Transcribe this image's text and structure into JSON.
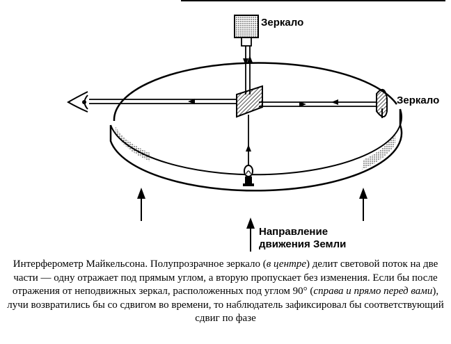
{
  "labels": {
    "mirror_top": "Зеркало",
    "mirror_right": "Зеркало",
    "direction_line1": "Направление",
    "direction_line2": "движения Земли"
  },
  "icons": {
    "observer": "eye-icon",
    "light_source": "lamp-icon",
    "splitter": "half-silvered-mirror-icon"
  },
  "caption": {
    "part1": "Интерферометр Майкельсона. Полупрозрачное зеркало (",
    "center_note": "в центре",
    "part2": ") делит световой поток на две части — одну отражает под прямым углом, а вторую пропускает без изменения. Если бы после отражения от неподвижных зеркал, расположенных под углом 90° (",
    "side_note": "справа и прямо перед вами",
    "part3": "), лучи возвратились бы со сдвигом во времени, то наблюдатель зафиксировал бы соответствующий сдвиг по фазе"
  }
}
